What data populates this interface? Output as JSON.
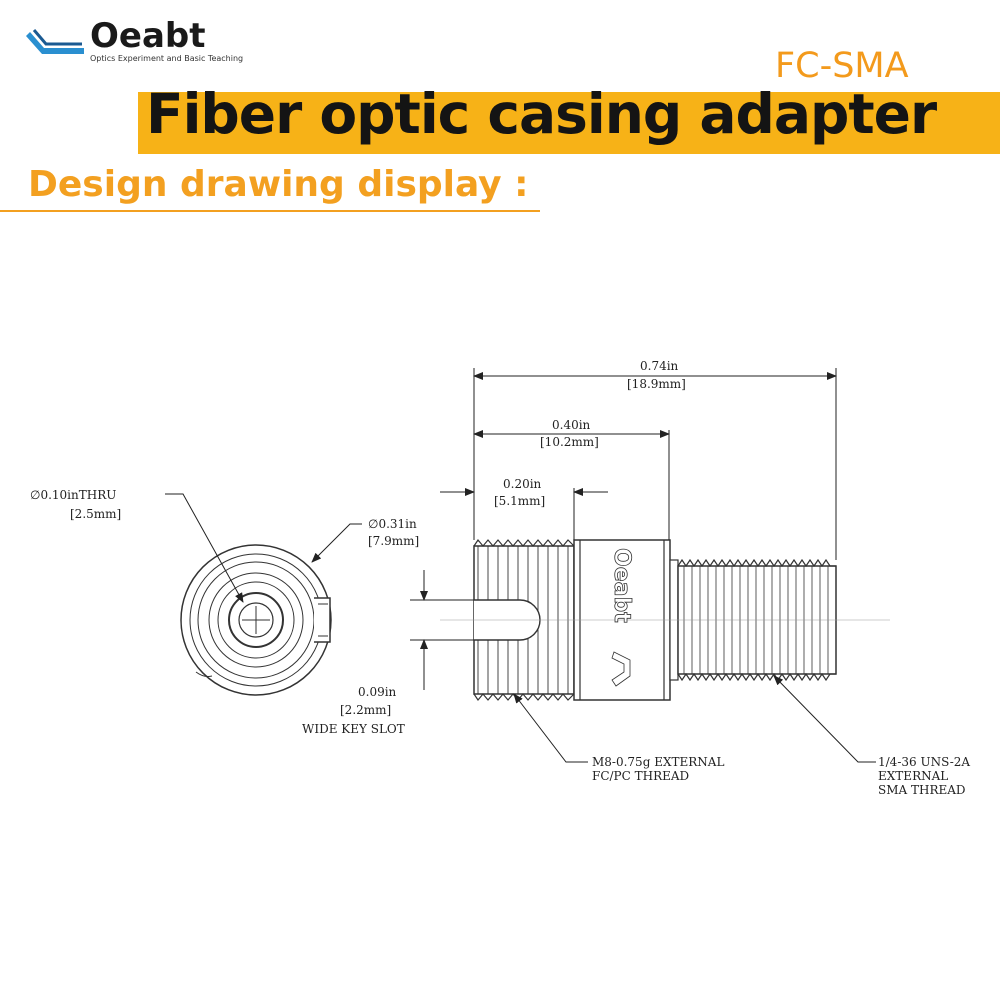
{
  "brand": {
    "name": "Oeabt",
    "tagline": "Optics Experiment and Basic Teaching",
    "accent": "#f7b217",
    "orange": "#f3a020"
  },
  "header": {
    "model": "FC-SMA",
    "title": "Fiber optic casing adapter",
    "subtitle": "Design drawing display :"
  },
  "drawing": {
    "side_mark": "Oeabt",
    "dims": {
      "overall_in": "0.74in",
      "overall_mm": "[18.9mm]",
      "mid_in": "0.40in",
      "mid_mm": "[10.2mm]",
      "short_in": "0.20in",
      "short_mm": "[5.1mm]",
      "bore_in": "∅0.10inTHRU",
      "bore_mm": "[2.5mm]",
      "od_in": "∅0.31in",
      "od_mm": "[7.9mm]",
      "key_in": "0.09in",
      "key_mm": "[2.2mm]",
      "key_label": "WIDE KEY SLOT",
      "fc_thread_1": "M8-0.75g EXTERNAL",
      "fc_thread_2": "FC/PC THREAD",
      "sma_thread_1": "1/4-36 UNS-2A",
      "sma_thread_2": "EXTERNAL",
      "sma_thread_3": "SMA THREAD"
    }
  }
}
